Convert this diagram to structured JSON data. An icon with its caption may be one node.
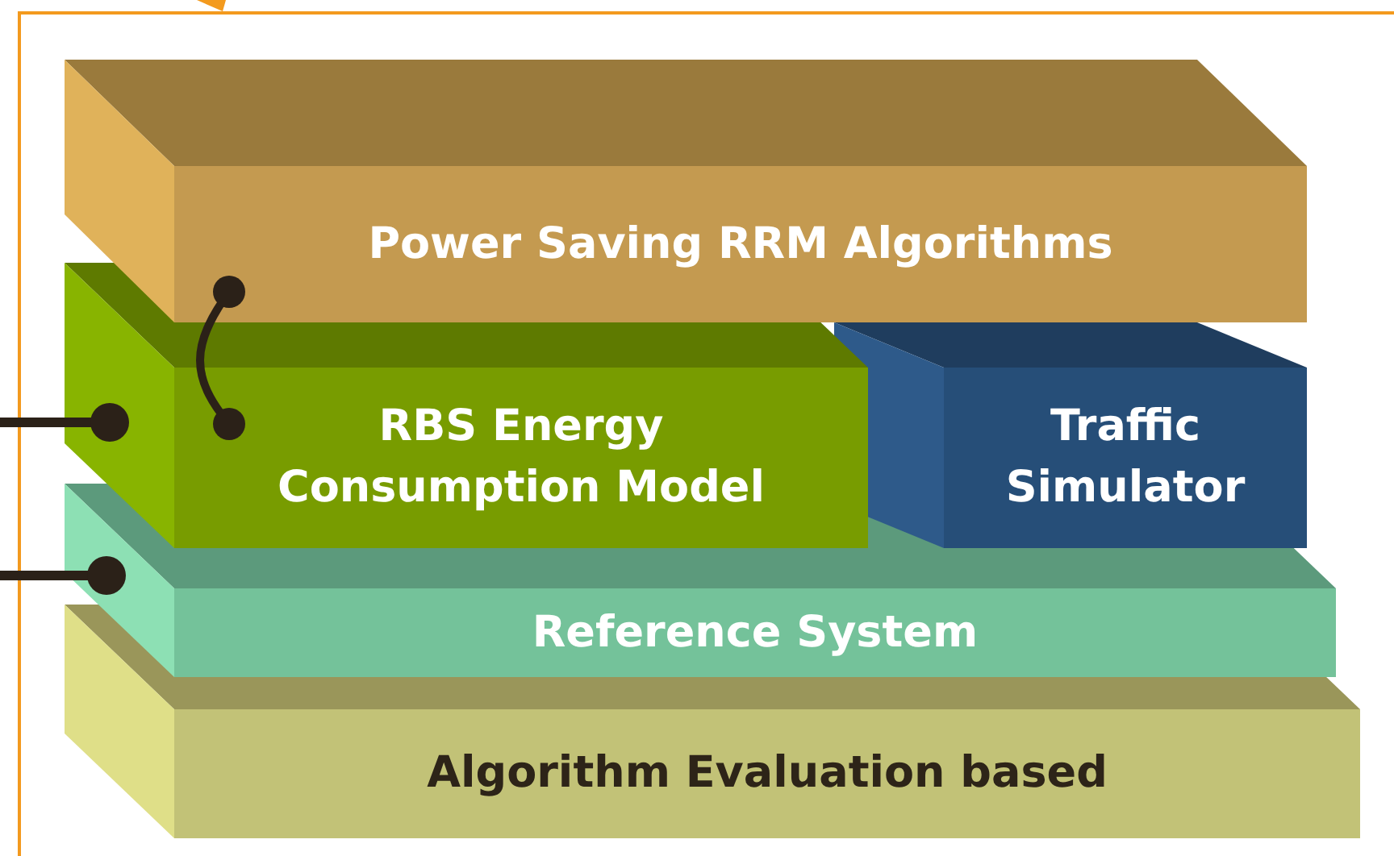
{
  "diagram": {
    "nodes": [
      {
        "text": [
          "Power Saving RRM Algorithms"
        ]
      },
      {
        "text": [
          "RBS Energy Consumption Model"
        ]
      },
      {
        "text": [
          "Traffic Simulator"
        ]
      },
      {
        "text": [
          "Reference System"
        ]
      },
      {
        "text": [
          "Algorithm Evaluation based"
        ]
      }
    ],
    "edges": [
      {
        "from": 0,
        "to": 1,
        "arrow": "other"
      },
      {
        "from": null,
        "to": 1,
        "arrow": "other"
      },
      {
        "from": null,
        "to": 3,
        "arrow": "other"
      }
    ]
  }
}
